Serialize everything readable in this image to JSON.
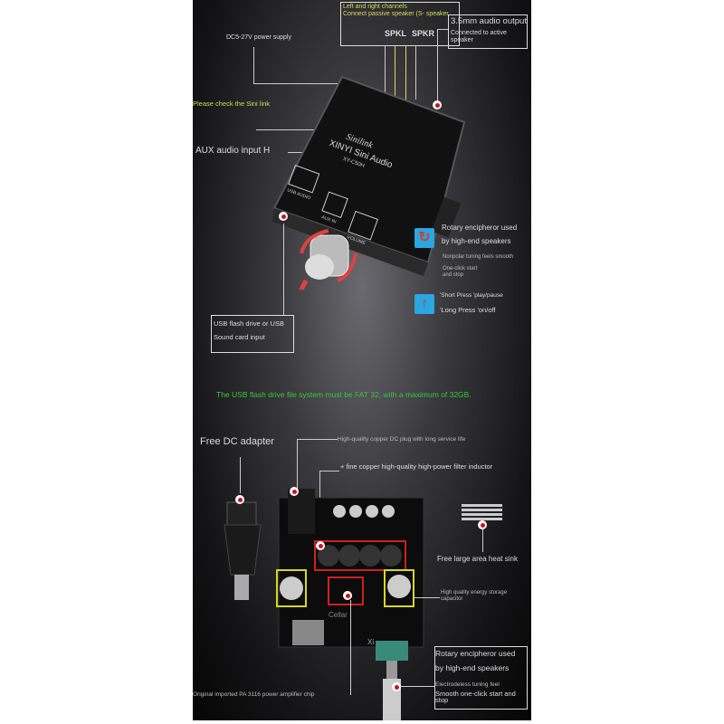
{
  "top": {
    "channels_box": {
      "line1": "Left and right channels",
      "line2": "Connect passive speaker (S-",
      "line3": "speaker",
      "spkl": "SPKL",
      "spkr": "SPKR",
      "plus": "+",
      "minus": "−"
    },
    "audio_output": {
      "title": "3.5mm audio output",
      "desc": "Connected to active speaker"
    },
    "power": "DC5-27V power supply",
    "sini_link": "Please check the Sini link",
    "aux": "AUX audio input H",
    "usb_box": {
      "line1": "USB flash drive or USB",
      "line2": "Sound card input"
    },
    "board": {
      "brand": "Sinilink",
      "name": "XINYI Sini Audio",
      "model": "XY-C50H",
      "usb_label": "USB AUDIO",
      "aux_label": "AUX IN",
      "volume_label": "VOLUME"
    },
    "rotary": {
      "title1": "Rotary encipheror used",
      "title2": "by high-end speakers",
      "desc1": "Nonpolar tuning feels smooth",
      "desc2": "One-click start and stop"
    },
    "press": {
      "short": "'Short Press 'play/pause",
      "long": "'Long Press 'on/off"
    }
  },
  "notice": "The USB flash drive file system must be FAT 32, with a maximum of 32GB.",
  "bottom": {
    "adapter": "Free DC adapter",
    "dc_plug": "High-quality copper DC plug with long service life",
    "inductor": "+ fine copper high-quality high-power filter inductor",
    "heat_sink": "Free large area heat sink",
    "capacitor": "High quality energy storage capacitor",
    "chip": "Original imported PA 3116 power amplifier chip",
    "board_marks": {
      "cellar": "Cellar",
      "xi": "Xi"
    },
    "rotary": {
      "title1": "Rotary encipheror used",
      "title2": "by high-end speakers",
      "desc1": "Electrodeless tuning feel",
      "desc2": "Smooth one-click start and stop"
    }
  },
  "colors": {
    "accent_red": "#d01020",
    "notice_green": "#3cc43c",
    "label_yellow": "#d8d860",
    "icon_blue": "#2aa6e0"
  }
}
